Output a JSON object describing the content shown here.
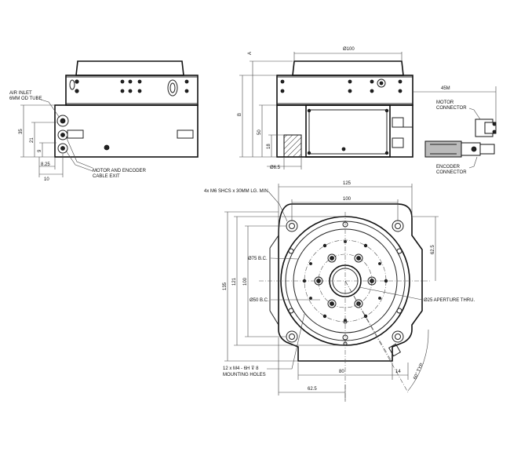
{
  "notes": {
    "air_inlet_line1": "AIR INLET",
    "air_inlet_line2": "6MM OD TUBE",
    "motor_cable_line1": "MOTOR AND ENCODER",
    "motor_cable_line2": "CABLE EXIT",
    "motor_connector_line1": "MOTOR",
    "motor_connector_line2": "CONNECTOR",
    "encoder_connector_line1": "ENCODER",
    "encoder_connector_line2": "CONNECTOR",
    "mounting_screws": "4x M6 SHCS x 30MM LG. MIN",
    "bc75": "Ø75 B.C.",
    "bc50": "Ø50 B.C.",
    "aperture": "Ø25 APERTURE THRU.",
    "mounting_holes_line1": "12 x M4 - 6H ⊽ 8",
    "mounting_holes_line2": "MOUNTING HOLES",
    "angle_typ": "60° TYP."
  },
  "dims": {
    "d100_top": "Ø100",
    "d45m": "45M",
    "d35": "35",
    "d21": "21",
    "d9": "9",
    "d8_25": "8.25",
    "d10": "10",
    "d50": "50",
    "d18": "18",
    "dB": "B",
    "dA": "A",
    "d6_5": "Ø6.5",
    "d125": "125",
    "d100_plan": "100",
    "d62_5_v": "62.5",
    "d135": "135",
    "d121": "121",
    "d100_v": "100",
    "d80": "80",
    "d14": "14",
    "d62_5_h": "62.5"
  }
}
